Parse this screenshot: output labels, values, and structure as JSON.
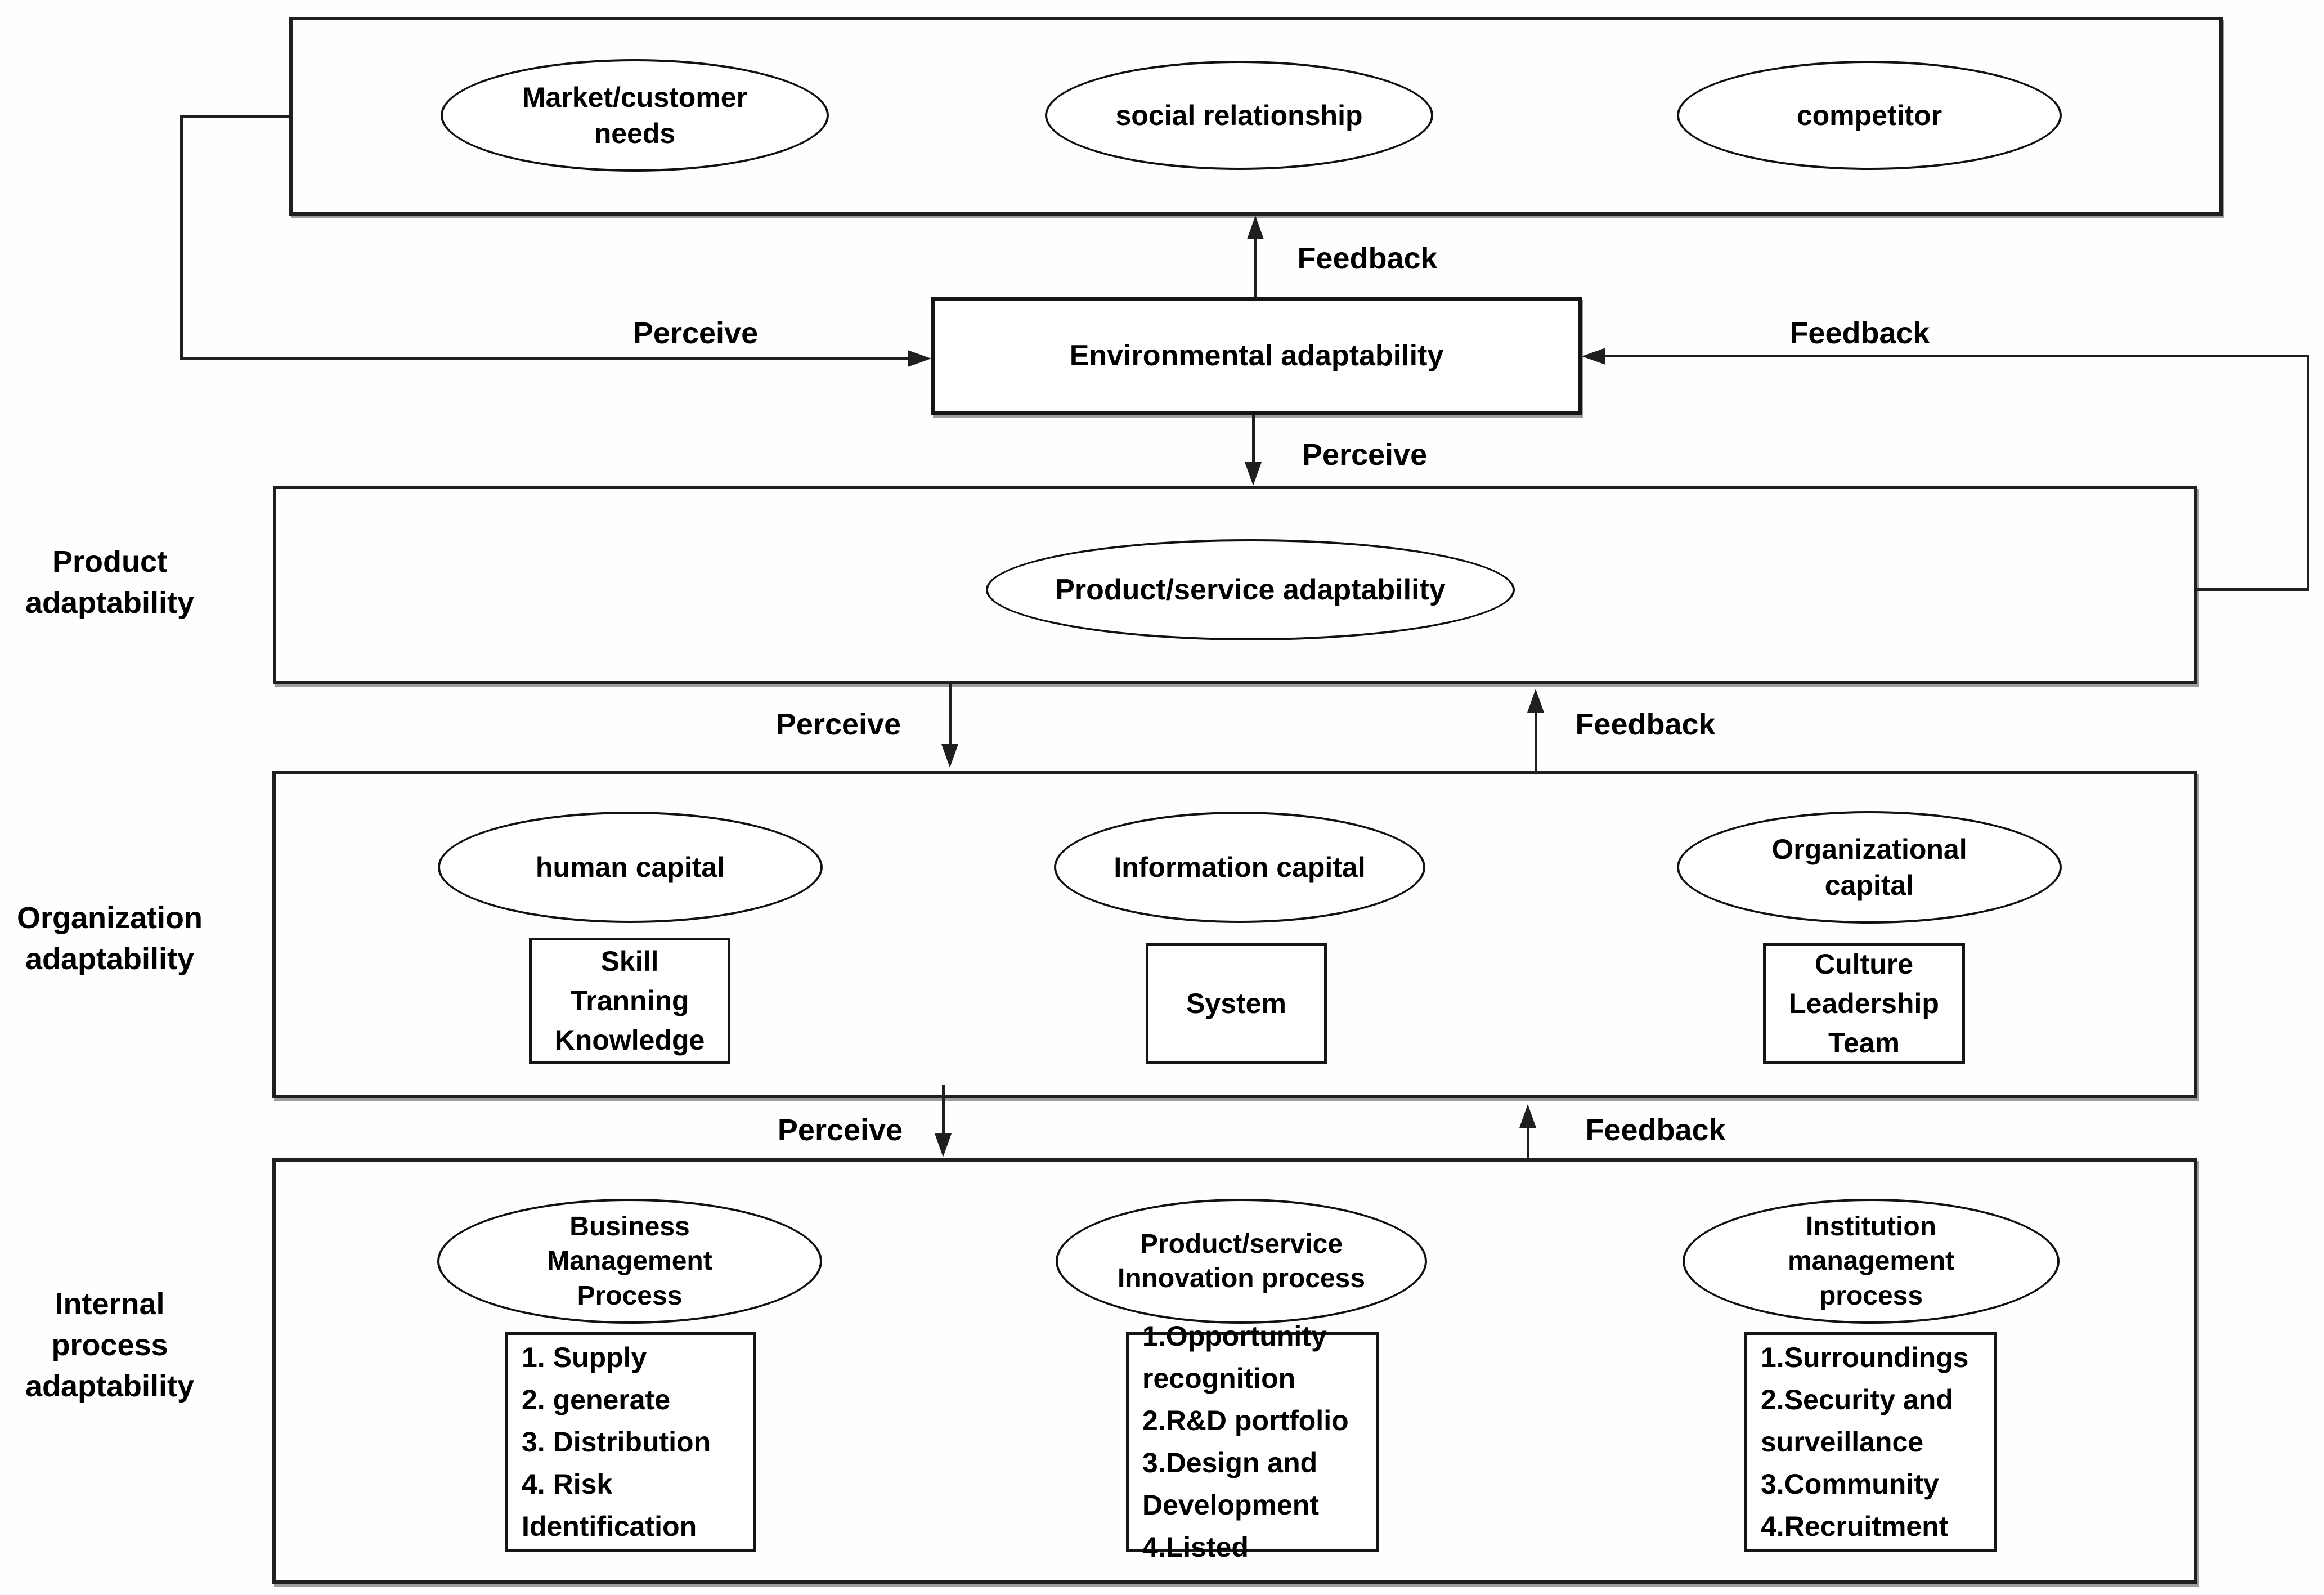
{
  "diagram_title": "Adaptability framework",
  "colors": {
    "line": "#1f1f1f",
    "text": "#000000",
    "background": "#ffffff"
  },
  "environment_layer": {
    "ellipses": [
      {
        "label": "Market/customer\nneeds"
      },
      {
        "label": "social relationship"
      },
      {
        "label": "competitor"
      }
    ]
  },
  "environmental_adaptability": {
    "label": "Environmental adaptability"
  },
  "arrows": {
    "feedback_env_to_top": "Feedback",
    "perceive_top_to_env": "Perceive",
    "feedback_product_to_env": "Feedback",
    "perceive_env_to_product": "Perceive",
    "perceive_product_to_org": "Perceive",
    "feedback_org_to_product": "Feedback",
    "perceive_org_to_internal": "Perceive",
    "feedback_internal_to_org": "Feedback"
  },
  "product_section": {
    "side_label": "Product\nadaptability",
    "ellipse": "Product/service adaptability"
  },
  "organization_section": {
    "side_label": "Organization\nadaptability",
    "ellipses": [
      {
        "label": "human capital"
      },
      {
        "label": "Information capital"
      },
      {
        "label": "Organizational\ncapital"
      }
    ],
    "boxes": [
      {
        "label": "Skill\nTranning\nKnowledge"
      },
      {
        "label": "System"
      },
      {
        "label": "Culture\nLeadership\nTeam"
      }
    ]
  },
  "internal_section": {
    "side_label": "Internal\nprocess\nadaptability",
    "ellipses": [
      {
        "label": "Business\nManagement\nProcess"
      },
      {
        "label": "Product/service\nInnovation process"
      },
      {
        "label": "Institution\nmanagement\nprocess"
      }
    ],
    "boxes": [
      {
        "label": "1. Supply\n2. generate\n3. Distribution\n4. Risk\nIdentification"
      },
      {
        "label": "1.Opportunity\nrecognition\n2.R&D portfolio\n3.Design and\nDevelopment\n4.Listed"
      },
      {
        "label": "1.Surroundings\n2.Security and\nsurveillance\n3.Community\n4.Recruitment"
      }
    ]
  }
}
